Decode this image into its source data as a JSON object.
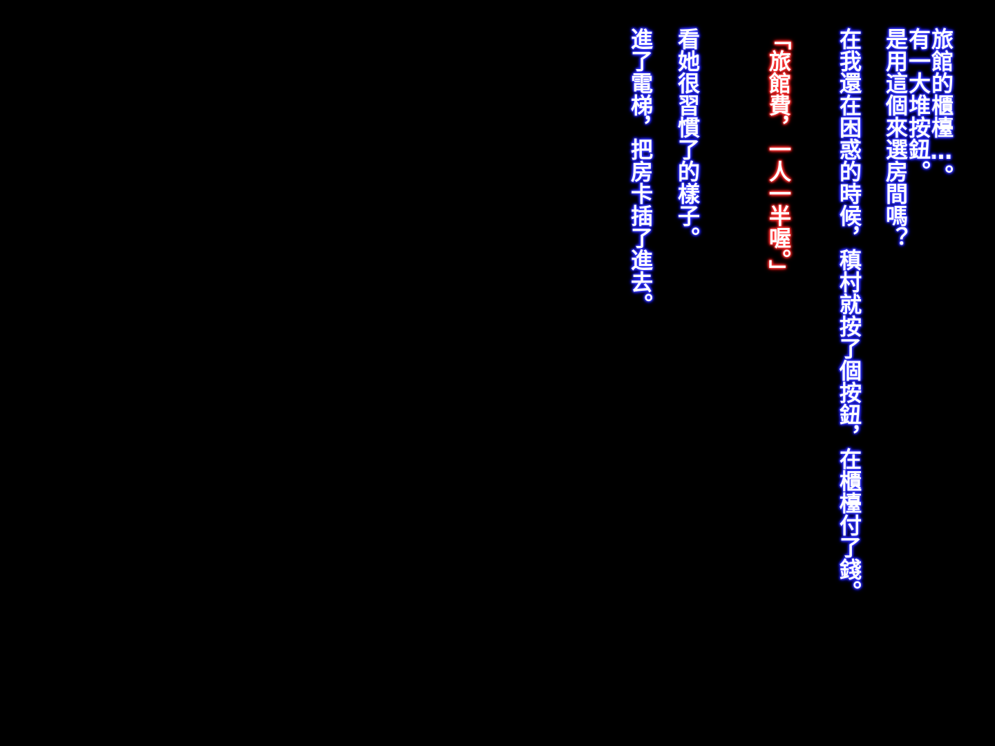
{
  "colors": {
    "background": "#000000",
    "text": "#ffffff",
    "narration_glow": "#3a3cff",
    "dialogue_glow": "#ff3a3a"
  },
  "text_window": {
    "lines": [
      "旅館的櫃檯…。",
      "有一大堆按鈕。",
      "是用這個來選房間嗎？",
      "在我還在困惑的時候，稹村就按了個按鈕，在櫃檯付了錢。",
      "「旅館費，一人一半喔。」",
      "看她很習慣了的樣子。",
      "進了電梯，把房卡插了進去。"
    ]
  }
}
